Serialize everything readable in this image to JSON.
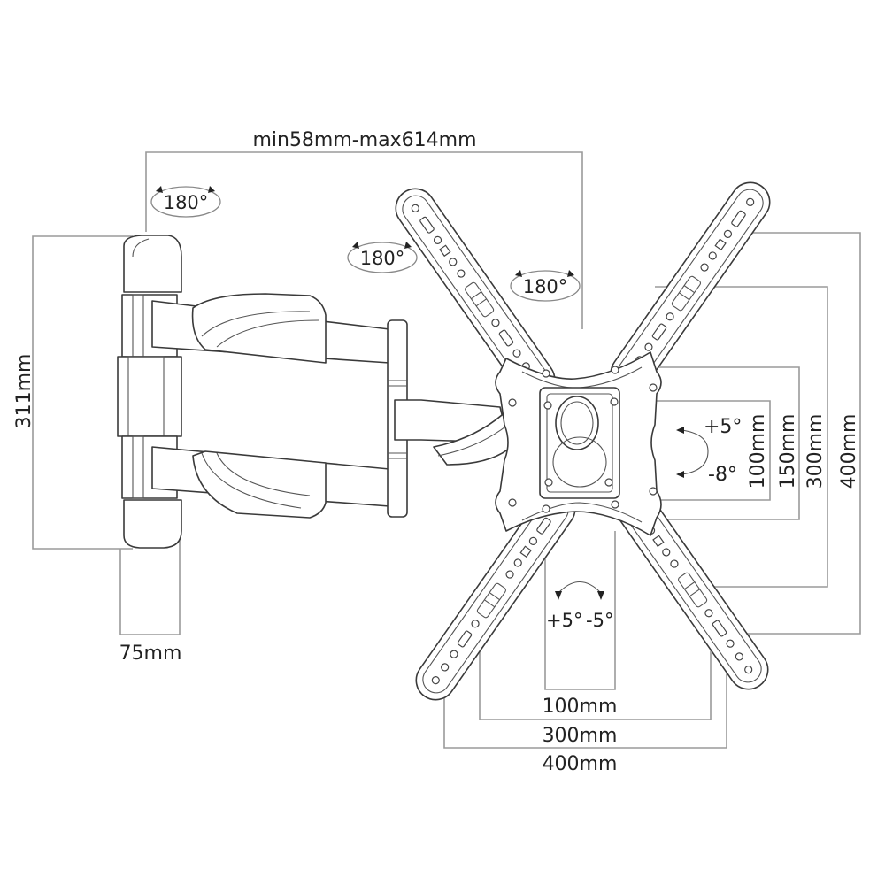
{
  "diagram": {
    "type": "TV wall mount technical drawing",
    "colors": {
      "line": "#3a3a3a",
      "dimension_line": "#9a9a9a",
      "text": "#222222",
      "background": "#ffffff"
    },
    "extension_label": "min58mm-max614mm",
    "rotation_labels": [
      "180°",
      "180°",
      "180°"
    ],
    "wall_plate": {
      "height_label": "311mm",
      "width_label": "75mm"
    },
    "tilt": {
      "up_label": "+5°",
      "down_label": "-8°"
    },
    "swivel": {
      "left_label": "+5°",
      "right_label": "-5°"
    },
    "vesa_vertical": [
      "100mm",
      "150mm",
      "300mm",
      "400mm"
    ],
    "vesa_horizontal": [
      "100mm",
      "300mm",
      "400mm"
    ]
  }
}
